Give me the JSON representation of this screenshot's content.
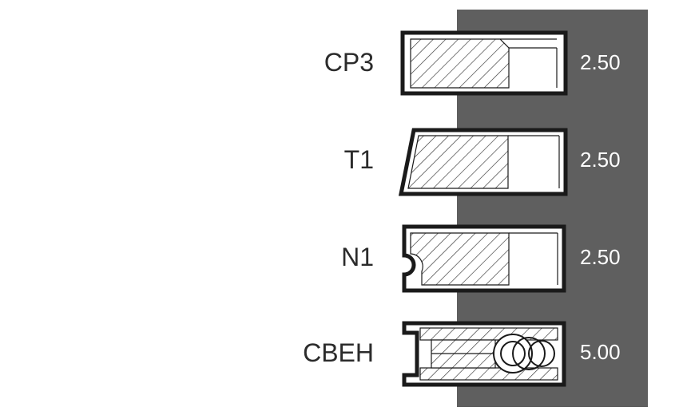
{
  "rings": [
    {
      "label": "CP3",
      "value": "2.50"
    },
    {
      "label": "T1",
      "value": "2.50"
    },
    {
      "label": "N1",
      "value": "2.50"
    },
    {
      "label": "CBEH",
      "value": "5.00"
    }
  ],
  "colors": {
    "band": "#5f5f5f",
    "outline": "#1a1a1a",
    "hatch": "#333333",
    "text": "#2b2b2b",
    "value_text": "#ffffff"
  }
}
